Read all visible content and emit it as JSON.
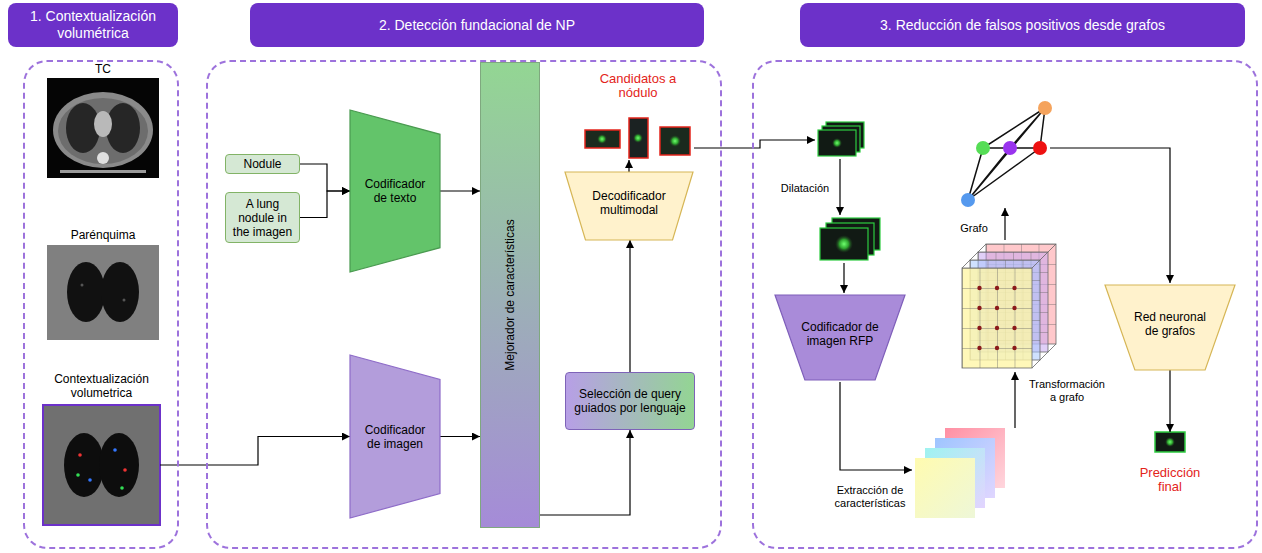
{
  "diagram": {
    "nodes": [
      {
        "text": [
          "1. Contextualización volumétrica"
        ]
      },
      {
        "text": [
          "TC"
        ],
        "in": 0
      },
      {
        "text": [
          "Parénquima"
        ],
        "in": 0
      },
      {
        "text": [
          "Contextualización volumetrica"
        ],
        "in": 0
      },
      {
        "text": [
          "2. Detección fundacional de NP"
        ]
      },
      {
        "text": [
          "Nodule"
        ],
        "in": 4
      },
      {
        "text": [
          "A lung nodule in the imagen"
        ],
        "in": 4
      },
      {
        "text": [
          "Codificador de texto"
        ],
        "in": 4
      },
      {
        "text": [
          "Codificador de imagen"
        ],
        "in": 4
      },
      {
        "text": [
          "Mejorador de características"
        ],
        "in": 4
      },
      {
        "text": [
          "Candidatos a nódulo"
        ],
        "in": 4
      },
      {
        "text": [
          "Decodificador multimodal"
        ],
        "in": 4
      },
      {
        "text": [
          "Selección de query guiados por lenguaje"
        ],
        "in": 4
      },
      {
        "text": [
          "3. Reducción de falsos positivos desde grafos"
        ]
      },
      {
        "text": [
          "Codificador de imagen RFP"
        ],
        "in": 13
      },
      {
        "text": [
          "Red neuronal de grafos"
        ],
        "in": 13
      },
      {
        "text": [
          "Predicción final"
        ],
        "in": 13
      }
    ],
    "edges": [
      {
        "from": 3,
        "to": 8,
        "arrow": "to"
      },
      {
        "from": 5,
        "to": 7,
        "arrow": "to"
      },
      {
        "from": 6,
        "to": 7,
        "arrow": "to"
      },
      {
        "from": 7,
        "to": 9,
        "arrow": "to"
      },
      {
        "from": 8,
        "to": 9,
        "arrow": "to"
      },
      {
        "from": 9,
        "to": 12,
        "arrow": "to"
      },
      {
        "from": 12,
        "to": 11,
        "arrow": "to"
      },
      {
        "from": 11,
        "to": 10,
        "arrow": "to"
      },
      {
        "from": 15,
        "to": 16,
        "arrow": "to"
      }
    ],
    "labels": [
      "Dilatación",
      "Extracción de características",
      "Transformación a grafo",
      "Grafo"
    ]
  }
}
